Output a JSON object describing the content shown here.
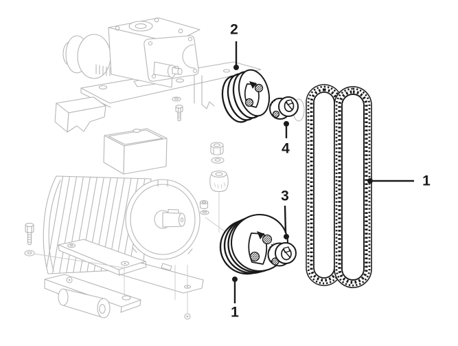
{
  "diagram": {
    "type": "exploded-parts-diagram",
    "colors": {
      "ink": "#1a1a1a",
      "pencil": "#b5b5b5",
      "pencil_light": "#c9c9c9",
      "paper": "#ffffff"
    },
    "callouts": [
      {
        "id": "2",
        "label": "2"
      },
      {
        "id": "4",
        "label": "4"
      },
      {
        "id": "3",
        "label": "3"
      },
      {
        "id": "1-pulley",
        "label": "1"
      },
      {
        "id": "1-belt",
        "label": "1"
      }
    ]
  }
}
